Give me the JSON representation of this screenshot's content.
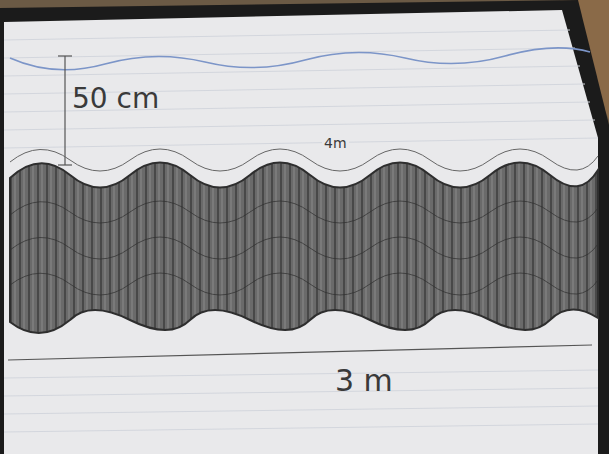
{
  "diagram": {
    "labels": [
      "50 cm",
      "4m",
      "3 m"
    ]
  }
}
